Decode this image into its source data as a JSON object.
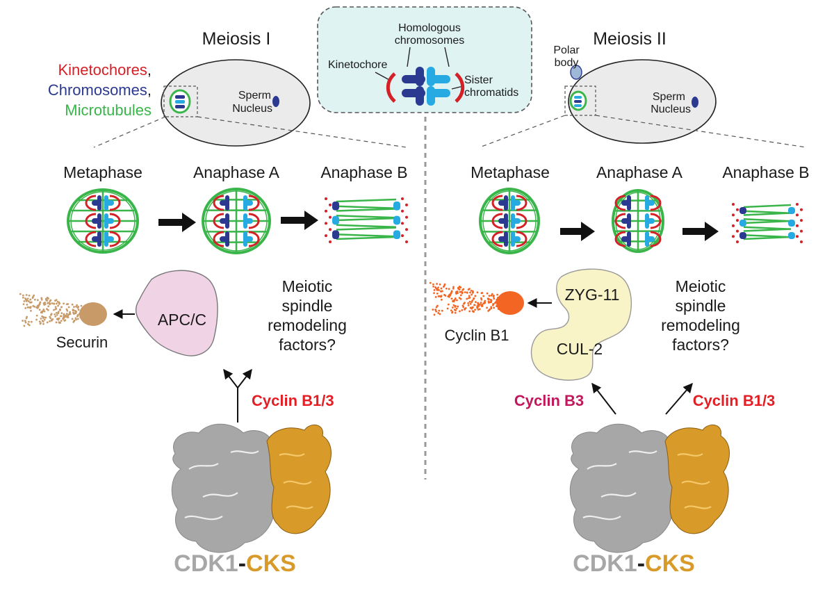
{
  "colors": {
    "kinetochore": "#d42027",
    "chromosome_dark": "#2b3990",
    "chromosome_light": "#27aae1",
    "microtubule": "#39b54a",
    "apc_fill": "#f1d3e6",
    "zyg_fill": "#f8f4c8",
    "cks": "#d89b2a",
    "cdk": "#a7a7a7",
    "cyclin_b3": "#c2185b",
    "cyclin_b13": "#e31e24",
    "securin": "#c89a68",
    "cyclin_b1_blob": "#f26522",
    "inset_fill": "#dff3f3"
  },
  "inset": {
    "homologous": "Homologous",
    "chromosomes": "chromosomes",
    "kinetochore": "Kinetochore",
    "sister": "Sister",
    "chromatids": "chromatids"
  },
  "left": {
    "title": "Meiosis I",
    "legend": {
      "kinetochores": "Kinetochores",
      "comma1": ",",
      "chromosomes": "Chromosomes",
      "comma2": ",",
      "microtubules": "Microtubules"
    },
    "sperm1": "Sperm",
    "sperm2": "Nucleus",
    "stages": [
      "Metaphase",
      "Anaphase A",
      "Anaphase B"
    ],
    "apc": "APC/C",
    "securin": "Securin",
    "remodel": [
      "Meiotic",
      "spindle",
      "remodeling",
      "factors?"
    ],
    "cyclin": "Cyclin B1/3",
    "cdk": "CDK1",
    "dash": "-",
    "cks": "CKS"
  },
  "right": {
    "title": "Meiosis II",
    "polar1": "Polar",
    "polar2": "body",
    "sperm1": "Sperm",
    "sperm2": "Nucleus",
    "stages": [
      "Metaphase",
      "Anaphase A",
      "Anaphase B"
    ],
    "zyg": "ZYG-11",
    "cul": "CUL-2",
    "cyclin_b1": "Cyclin B1",
    "remodel": [
      "Meiotic",
      "spindle",
      "remodeling",
      "factors?"
    ],
    "cyclin_b3": "Cyclin B3",
    "cyclin_b13": "Cyclin B1/3",
    "cdk": "CDK1",
    "dash": "-",
    "cks": "CKS"
  }
}
